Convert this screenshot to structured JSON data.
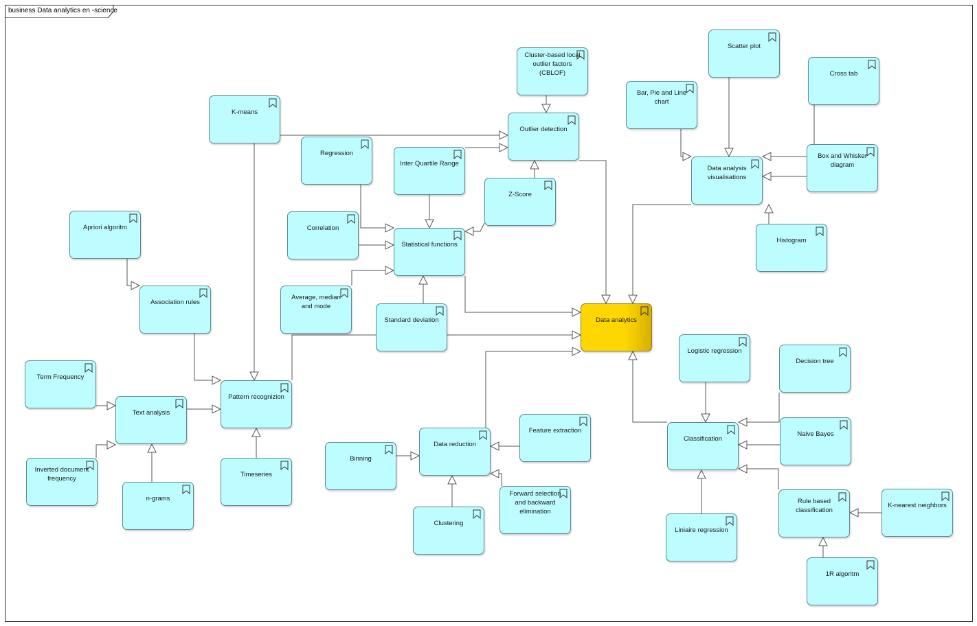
{
  "diagram": {
    "title": "business Data analytics en -science",
    "colors": {
      "node_fill": "#bdfcff",
      "node_border": "#5a8a8f",
      "focus_fill": "#ffd700",
      "line": "#555555"
    },
    "icon": "bookmark-icon",
    "nodes": [
      {
        "id": "data-analytics",
        "label": "Data analytics"
      },
      {
        "id": "cblof",
        "label": "Cluster-based local outlier factors (CBLOF)"
      },
      {
        "id": "outlier-detection",
        "label": "Outlier detection"
      },
      {
        "id": "k-means",
        "label": "K-means"
      },
      {
        "id": "regression",
        "label": "Regression"
      },
      {
        "id": "iqr",
        "label": "Inter Quartile Range"
      },
      {
        "id": "z-score",
        "label": "Z-Score"
      },
      {
        "id": "statistical-functions",
        "label": "Statistical functions"
      },
      {
        "id": "correlation",
        "label": "Correlation"
      },
      {
        "id": "average-median-mode",
        "label": "Average, median and mode"
      },
      {
        "id": "standard-deviation",
        "label": "Standard deviation"
      },
      {
        "id": "apriori",
        "label": "Apriori algoritm"
      },
      {
        "id": "association-rules",
        "label": "Association rules"
      },
      {
        "id": "term-frequency",
        "label": "Term Frequency"
      },
      {
        "id": "text-analysis",
        "label": "Text analysis"
      },
      {
        "id": "pattern-recognizion",
        "label": "Pattern recognizion"
      },
      {
        "id": "inverted-doc-freq",
        "label": "Inverted document frequency"
      },
      {
        "id": "n-grams",
        "label": "n-grams"
      },
      {
        "id": "timeseries",
        "label": "Timeseries"
      },
      {
        "id": "scatter-plot",
        "label": "Scatter plot"
      },
      {
        "id": "bar-pie-line",
        "label": "Bar, Pie and Line chart"
      },
      {
        "id": "cross-tab",
        "label": "Cross tab"
      },
      {
        "id": "data-analysis-vis",
        "label": "Data analysis visualisations"
      },
      {
        "id": "box-whisker",
        "label": "Box and Whisker diagram"
      },
      {
        "id": "histogram",
        "label": "Histogram"
      },
      {
        "id": "binning",
        "label": "Binning"
      },
      {
        "id": "data-reduction",
        "label": "Data reduction"
      },
      {
        "id": "feature-extraction",
        "label": "Feature extraction"
      },
      {
        "id": "forward-selection",
        "label": "Forward selection and backward elimination"
      },
      {
        "id": "clustering",
        "label": "Clustering"
      },
      {
        "id": "logistic-regression",
        "label": "Logistic regression"
      },
      {
        "id": "decision-tree",
        "label": "Decision tree"
      },
      {
        "id": "classification",
        "label": "Classification"
      },
      {
        "id": "naive-bayes",
        "label": "Naive Bayes"
      },
      {
        "id": "rule-based-classification",
        "label": "Rule based classification"
      },
      {
        "id": "k-nearest-neighbors",
        "label": "K-nearest neighbors"
      },
      {
        "id": "liniaire-regression",
        "label": "Liniaire regression"
      },
      {
        "id": "1r-algoritm",
        "label": "1R algoritm"
      }
    ]
  }
}
